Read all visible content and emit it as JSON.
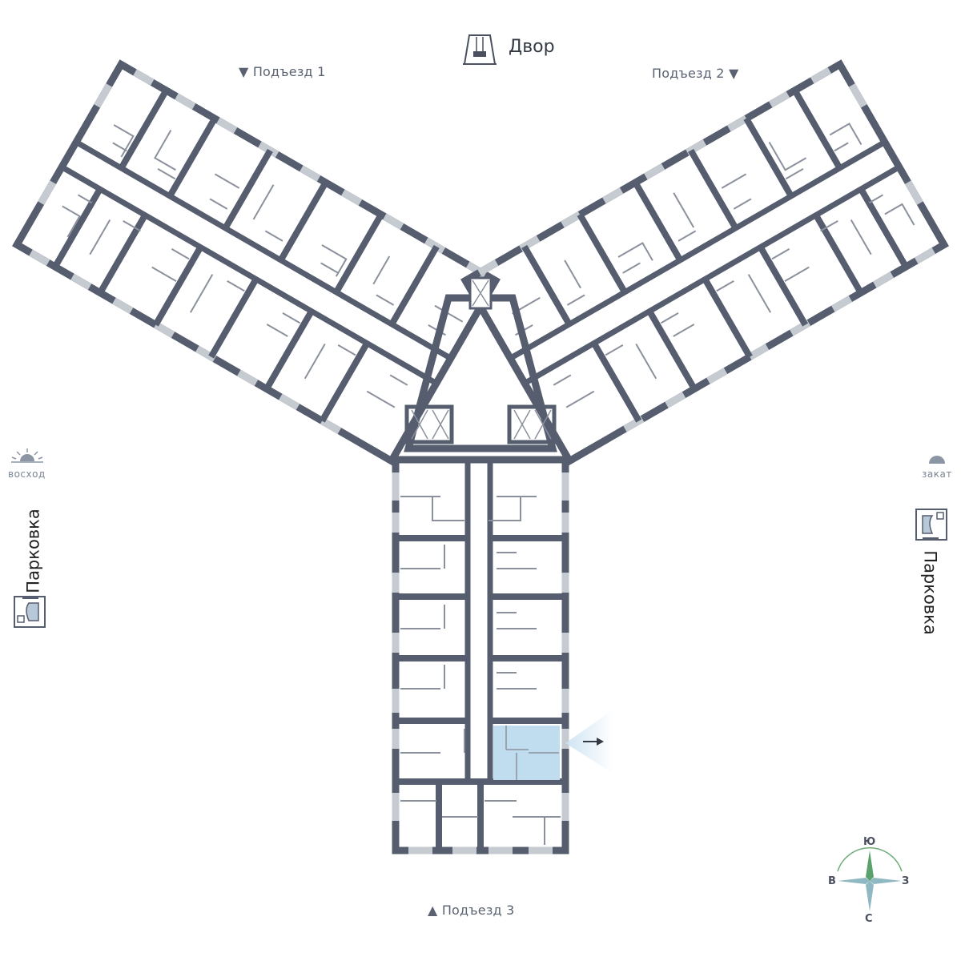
{
  "yard": {
    "label": "Двор",
    "icon": "swing-icon"
  },
  "entrances": [
    {
      "label": "Подъезд 1",
      "arrow": "▼"
    },
    {
      "label": "Подъезд 2",
      "arrow": "▼"
    },
    {
      "label": "Подъезд 3",
      "arrow": "▲"
    }
  ],
  "sunrise": {
    "label": "восход",
    "icon": "sunrise-icon"
  },
  "sunset": {
    "label": "закат",
    "icon": "sunset-icon"
  },
  "parking_left": {
    "label": "Парковка",
    "icon": "parking-lot-icon"
  },
  "parking_right": {
    "label": "Парковка",
    "icon": "parking-lot-icon"
  },
  "compass": {
    "north": "Ю",
    "east": "З",
    "south": "С",
    "west": "В"
  },
  "selected_unit": {
    "wing": "south",
    "side": "east",
    "color": "#c0dcef"
  },
  "colors": {
    "wall": "#565d6e",
    "partition": "#8b919c",
    "window": "#c6cbd2",
    "highlight": "#c0dcef",
    "compass": "#7aa8b0"
  }
}
